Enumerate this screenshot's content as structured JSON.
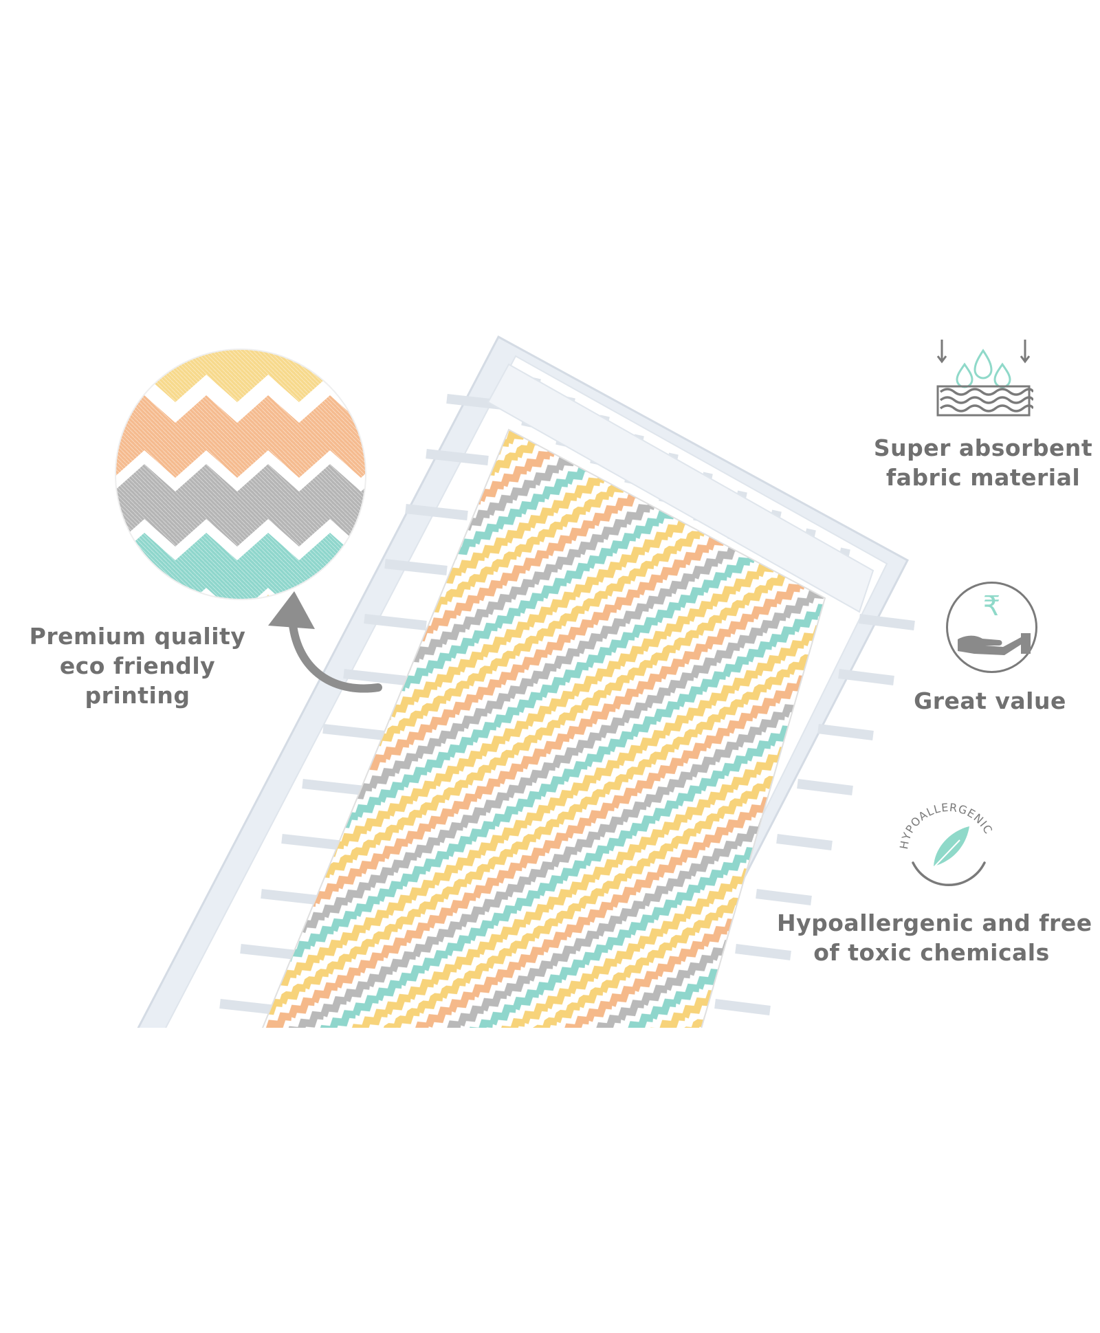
{
  "features": {
    "left": {
      "lines": [
        "Premium quality",
        "eco friendly",
        "printing"
      ]
    },
    "absorbent": {
      "icon": "absorbent-layers-icon",
      "lines": [
        "Super absorbent",
        "fabric material"
      ]
    },
    "value": {
      "icon": "rupee-hand-icon",
      "glyph": "₹",
      "lines": [
        "Great value"
      ]
    },
    "hypo": {
      "icon": "hypoallergenic-feather-icon",
      "arc_text": "HYPOALLERGENIC",
      "lines": [
        "Hypoallergenic and free",
        "of toxic chemicals"
      ]
    }
  },
  "colors": {
    "text": "#707070",
    "icon_gray": "#7a7a7a",
    "mint": "#8fd9c9",
    "yellow": "#f7d37a",
    "peach": "#f5b98a",
    "gray_stripe": "#b9b9b9",
    "teal_stripe": "#8fd6cc"
  }
}
